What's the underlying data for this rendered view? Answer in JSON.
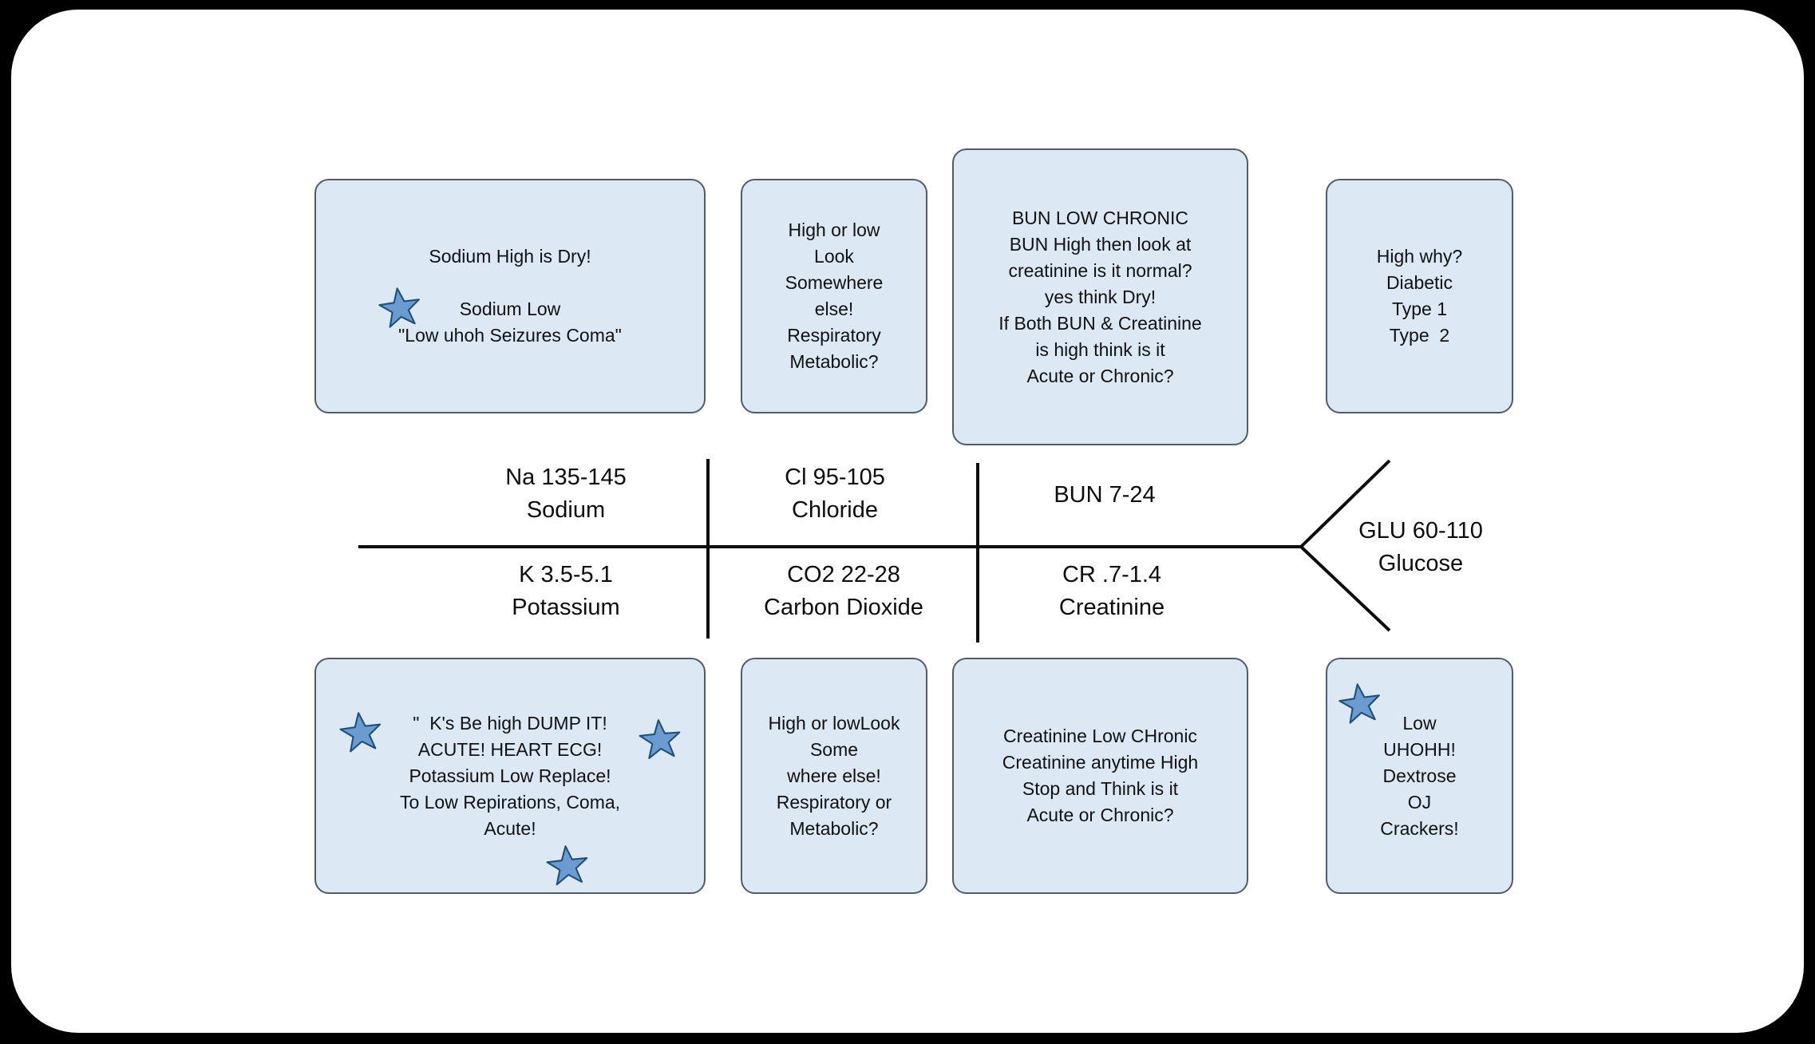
{
  "colors": {
    "frame_bg": "#000000",
    "page_bg": "#ffffff",
    "box_fill": "#dce8f4",
    "box_border": "#4f5d6b",
    "star_fill": "#6c9bd2",
    "star_stroke": "#1f4e79",
    "line_color": "#0d0d0d",
    "text_color": "#111111"
  },
  "icons": {
    "star": "5-point-star"
  },
  "fishbone_labels": {
    "sodium": "Na 135-145\nSodium",
    "chloride": "Cl 95-105\nChloride",
    "bun": "BUN 7-24",
    "potassium": "K 3.5-5.1\nPotassium",
    "carbon_dioxide": "CO2 22-28\nCarbon Dioxide",
    "creatinine": "CR .7-1.4\nCreatinine",
    "glucose": "GLU 60-110\nGlucose"
  },
  "boxes": {
    "sodium_note": "Sodium High is Dry!\n\nSodium Low\n\"Low uhoh Seizures Coma\"",
    "chloride_note": "High or low\nLook\nSomewhere\nelse!\nRespiratory\nMetabolic?",
    "bun_note": "BUN LOW CHRONIC\nBUN High then look at\ncreatinine is it normal?\nyes think Dry!\nIf Both BUN & Creatinine\nis high think is it\nAcute or Chronic?",
    "glucose_high_note": "High why?\nDiabetic\nType 1\nType  2",
    "potassium_note": "\"  K's Be high DUMP IT!\nACUTE! HEART ECG!\nPotassium Low Replace!\nTo Low Repirations, Coma,\nAcute!",
    "co2_note": "High or lowLook\nSome\nwhere else!\nRespiratory or\nMetabolic?",
    "creatinine_note": "Creatinine Low CHronic\nCreatinine anytime High\nStop and Think is it\nAcute or Chronic?",
    "glucose_low_note": "Low\nUHOHH!\nDextrose\nOJ\nCrackers!"
  }
}
